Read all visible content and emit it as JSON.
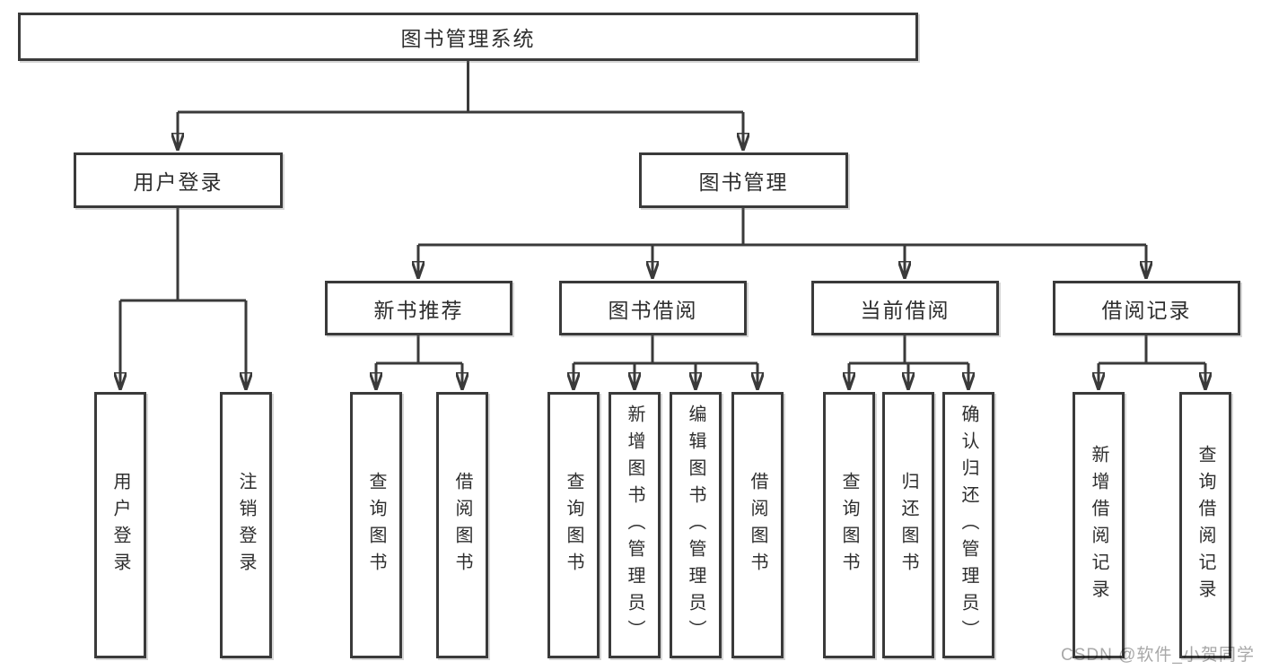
{
  "diagram": {
    "root_label": "图书管理系统",
    "branches": [
      {
        "label": "用户登录",
        "children": [
          {
            "label": "用户登录"
          },
          {
            "label": "注销登录"
          }
        ]
      },
      {
        "label": "图书管理",
        "groups": [
          {
            "label": "新书推荐",
            "children": [
              {
                "label": "查询图书"
              },
              {
                "label": "借阅图书"
              }
            ]
          },
          {
            "label": "图书借阅",
            "children": [
              {
                "label": "查询图书"
              },
              {
                "label": "新增图书（管理员）"
              },
              {
                "label": "编辑图书（管理员）"
              },
              {
                "label": "借阅图书"
              }
            ]
          },
          {
            "label": "当前借阅",
            "children": [
              {
                "label": "查询图书"
              },
              {
                "label": "归还图书"
              },
              {
                "label": "确认归还（管理员）"
              }
            ]
          },
          {
            "label": "借阅记录",
            "children": [
              {
                "label": "新增借阅记录"
              },
              {
                "label": "查询借阅记录"
              }
            ]
          }
        ]
      }
    ]
  },
  "watermark": {
    "text": "CSDN @软件_小贺同学"
  },
  "colors": {
    "line": "#3a3a3a",
    "text": "#2e2e2e",
    "background": "#ffffff",
    "watermark": "#a8a8a8"
  }
}
